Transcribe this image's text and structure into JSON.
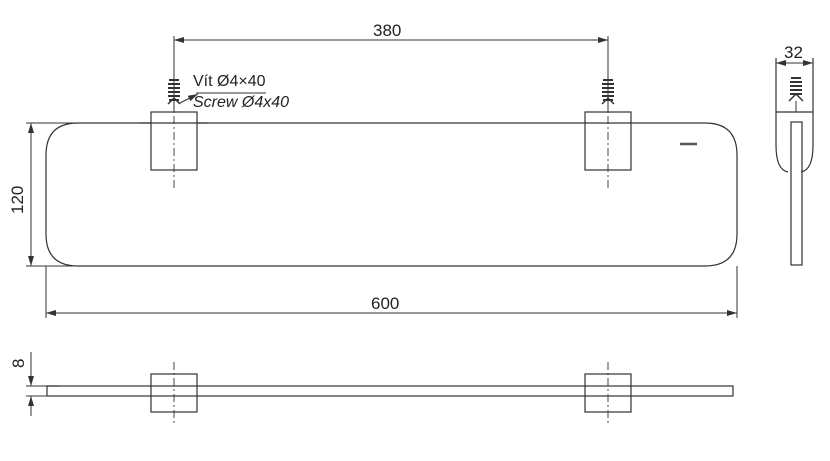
{
  "drawing": {
    "type": "technical-dimension-drawing",
    "subject": "glass shelf with two wall brackets",
    "line_color": "#333333",
    "background": "#ffffff"
  },
  "dimensions": {
    "bracket_spacing": "380",
    "shelf_length": "600",
    "shelf_depth": "120",
    "side_depth": "32",
    "glass_thickness": "8"
  },
  "annotations": {
    "screw_vi": "Vít Ø4×40",
    "screw_en": "Screw Ø4x40"
  },
  "views": {
    "front": "front-view",
    "side": "side-view",
    "top": "top-view"
  }
}
